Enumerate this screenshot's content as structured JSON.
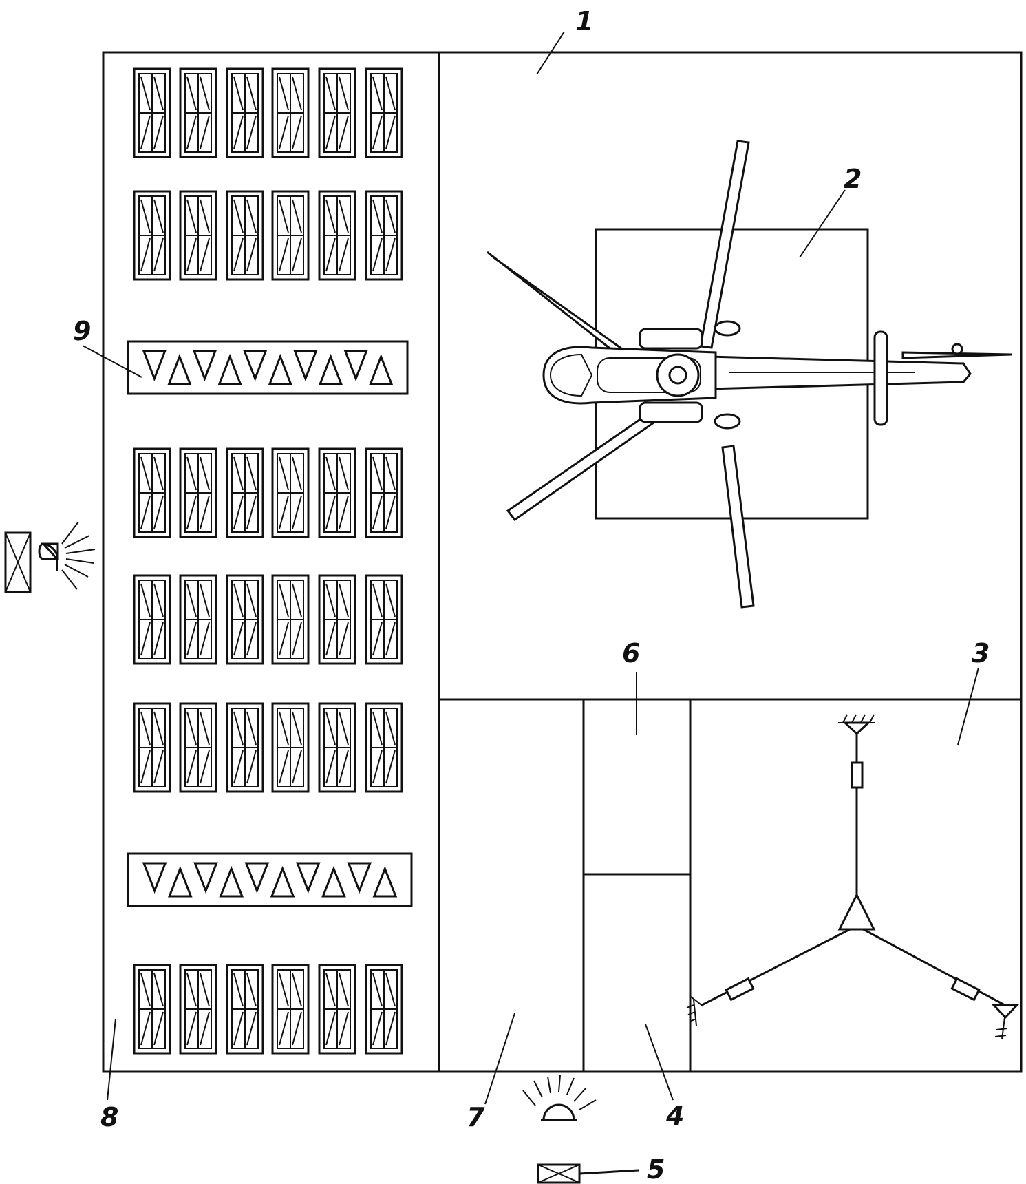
{
  "labels": {
    "l1": "1",
    "l2": "2",
    "l3": "3",
    "l4": "4",
    "l5": "5",
    "l6": "6",
    "l7": "7",
    "l8": "8",
    "l9": "9"
  },
  "icons": {
    "helicopter": "helicopter-top-view-icon",
    "lamp_left": "floodlight-icon",
    "lamp_bottom": "floodlight-icon",
    "rack": "crate-stack-icon",
    "truss": "truss-beam-icon",
    "anchor": "tie-down-anchor-icon"
  }
}
